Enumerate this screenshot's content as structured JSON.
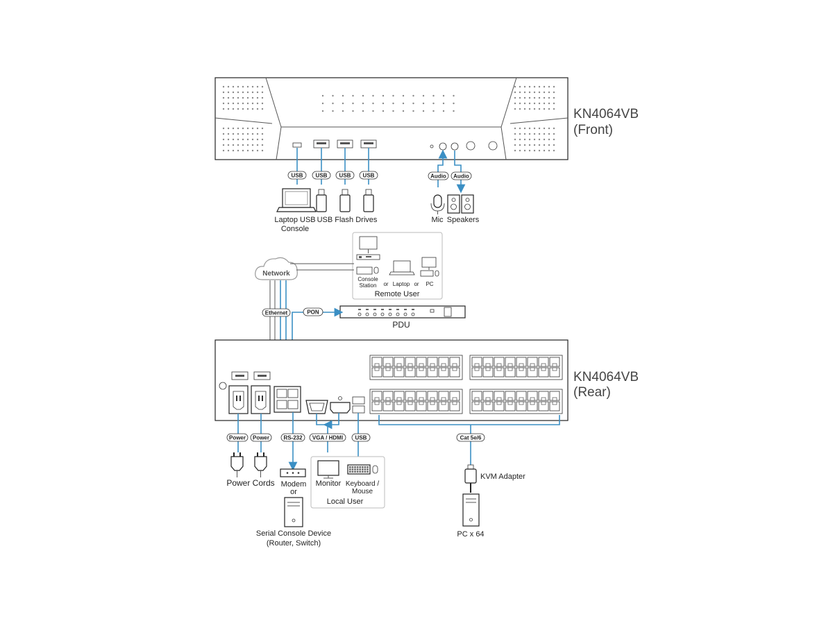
{
  "front": {
    "title": "KN4064VB",
    "subtitle": "(Front)",
    "tags": {
      "usb": "USB",
      "audio": "Audio"
    },
    "labels": {
      "laptop_line1": "Laptop USB",
      "laptop_line2": "Console",
      "flash_drives": "USB Flash Drives",
      "mic": "Mic",
      "speakers": "Speakers"
    }
  },
  "remote": {
    "network": "Network",
    "console_line1": "Console",
    "console_line2": "Station",
    "or": "or",
    "laptop": "Laptop",
    "pc": "PC",
    "label": "Remote User"
  },
  "pdu": {
    "ethernet_tag": "Ethernet",
    "pon_tag": "PON",
    "label": "PDU"
  },
  "rear": {
    "title": "KN4064VB",
    "subtitle": "(Rear)",
    "tags": {
      "power": "Power",
      "rs232": "RS-232",
      "vga_hdmi": "VGA / HDMI",
      "usb": "USB",
      "cat": "Cat 5e/6"
    },
    "labels": {
      "power_cords": "Power Cords",
      "modem": "Modem",
      "or": "or",
      "serial_line1": "Serial Console Device",
      "serial_line2": "(Router, Switch)",
      "monitor": "Monitor",
      "keyboard_line1": "Keyboard /",
      "keyboard_line2": "Mouse",
      "local_user": "Local User",
      "kvm_adapter": "KVM Adapter",
      "pc_count": "PC x 64"
    }
  }
}
